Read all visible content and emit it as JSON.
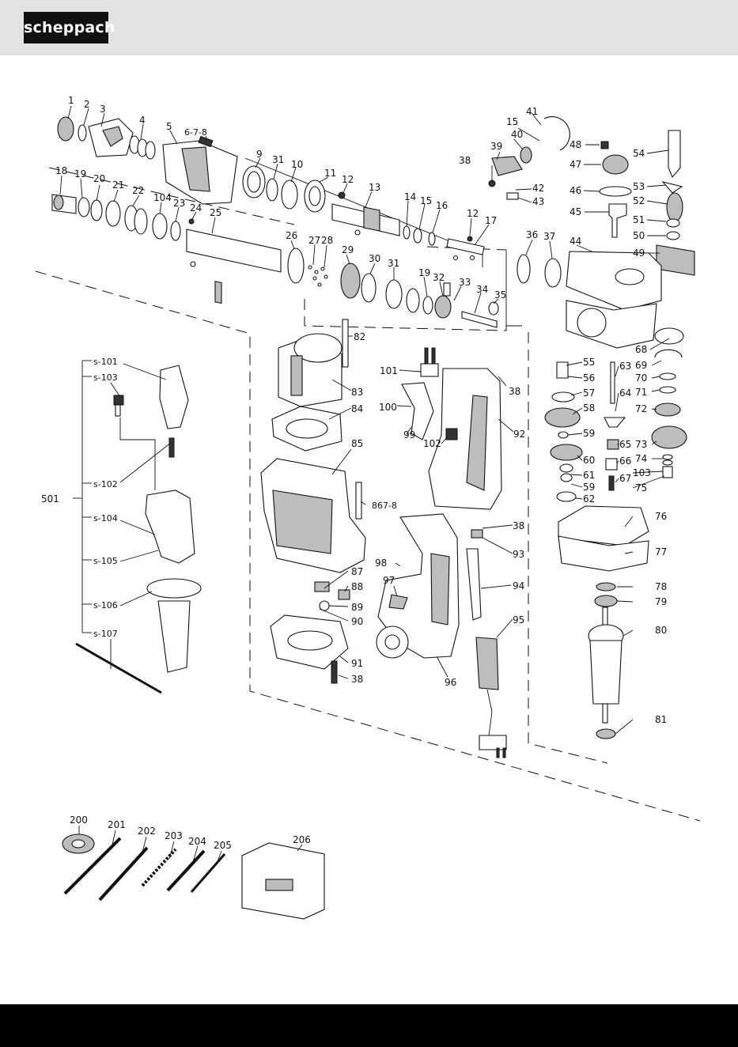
{
  "brand": {
    "logo_text": "scheppach"
  },
  "callouts": [
    {
      "id": "c1",
      "text": "1"
    },
    {
      "id": "c2",
      "text": "2"
    },
    {
      "id": "c3",
      "text": "3"
    },
    {
      "id": "c4",
      "text": "4"
    },
    {
      "id": "c5",
      "text": "5"
    },
    {
      "id": "c678",
      "text": "6-7-8"
    },
    {
      "id": "c9",
      "text": "9"
    },
    {
      "id": "c31a",
      "text": "31"
    },
    {
      "id": "c10",
      "text": "10"
    },
    {
      "id": "c11",
      "text": "11"
    },
    {
      "id": "c12a",
      "text": "12"
    },
    {
      "id": "c13",
      "text": "13"
    },
    {
      "id": "c14",
      "text": "14"
    },
    {
      "id": "c15a",
      "text": "15"
    },
    {
      "id": "c16",
      "text": "16"
    },
    {
      "id": "c12b",
      "text": "12"
    },
    {
      "id": "c17",
      "text": "17"
    },
    {
      "id": "c18",
      "text": "18"
    },
    {
      "id": "c19a",
      "text": "19"
    },
    {
      "id": "c20",
      "text": "20"
    },
    {
      "id": "c21",
      "text": "21"
    },
    {
      "id": "c22",
      "text": "22"
    },
    {
      "id": "c104",
      "text": "104"
    },
    {
      "id": "c23",
      "text": "23"
    },
    {
      "id": "c24",
      "text": "24"
    },
    {
      "id": "c25",
      "text": "25"
    },
    {
      "id": "c26",
      "text": "26"
    },
    {
      "id": "c27",
      "text": "27"
    },
    {
      "id": "c28",
      "text": "28"
    },
    {
      "id": "c29",
      "text": "29"
    },
    {
      "id": "c30",
      "text": "30"
    },
    {
      "id": "c31b",
      "text": "31"
    },
    {
      "id": "c19b",
      "text": "19"
    },
    {
      "id": "c32",
      "text": "32"
    },
    {
      "id": "c33",
      "text": "33"
    },
    {
      "id": "c34",
      "text": "34"
    },
    {
      "id": "c35",
      "text": "35"
    },
    {
      "id": "c36",
      "text": "36"
    },
    {
      "id": "c37",
      "text": "37"
    },
    {
      "id": "c38a",
      "text": "38"
    },
    {
      "id": "c39",
      "text": "39"
    },
    {
      "id": "c40",
      "text": "40"
    },
    {
      "id": "c15b",
      "text": "15"
    },
    {
      "id": "c41",
      "text": "41"
    },
    {
      "id": "c42",
      "text": "42"
    },
    {
      "id": "c43",
      "text": "43"
    },
    {
      "id": "c44",
      "text": "44"
    },
    {
      "id": "c45",
      "text": "45"
    },
    {
      "id": "c46",
      "text": "46"
    },
    {
      "id": "c47",
      "text": "47"
    },
    {
      "id": "c48",
      "text": "48"
    },
    {
      "id": "c49",
      "text": "49"
    },
    {
      "id": "c50",
      "text": "50"
    },
    {
      "id": "c51",
      "text": "51"
    },
    {
      "id": "c52",
      "text": "52"
    },
    {
      "id": "c53",
      "text": "53"
    },
    {
      "id": "c54",
      "text": "54"
    },
    {
      "id": "c55",
      "text": "55"
    },
    {
      "id": "c56",
      "text": "56"
    },
    {
      "id": "c57",
      "text": "57"
    },
    {
      "id": "c58",
      "text": "58"
    },
    {
      "id": "c59a",
      "text": "59"
    },
    {
      "id": "c60",
      "text": "60"
    },
    {
      "id": "c61",
      "text": "61"
    },
    {
      "id": "c59b",
      "text": "59"
    },
    {
      "id": "c62",
      "text": "62"
    },
    {
      "id": "c63",
      "text": "63"
    },
    {
      "id": "c64",
      "text": "64"
    },
    {
      "id": "c65",
      "text": "65"
    },
    {
      "id": "c66",
      "text": "66"
    },
    {
      "id": "c67",
      "text": "67"
    },
    {
      "id": "c68",
      "text": "68"
    },
    {
      "id": "c69",
      "text": "69"
    },
    {
      "id": "c70",
      "text": "70"
    },
    {
      "id": "c71",
      "text": "71"
    },
    {
      "id": "c72",
      "text": "72"
    },
    {
      "id": "c73",
      "text": "73"
    },
    {
      "id": "c74",
      "text": "74"
    },
    {
      "id": "c103",
      "text": "103"
    },
    {
      "id": "c75",
      "text": "75"
    },
    {
      "id": "c76",
      "text": "76"
    },
    {
      "id": "c77",
      "text": "77"
    },
    {
      "id": "c78",
      "text": "78"
    },
    {
      "id": "c79",
      "text": "79"
    },
    {
      "id": "c80",
      "text": "80"
    },
    {
      "id": "c81",
      "text": "81"
    },
    {
      "id": "c82",
      "text": "82"
    },
    {
      "id": "c83",
      "text": "83"
    },
    {
      "id": "c84",
      "text": "84"
    },
    {
      "id": "c85",
      "text": "85"
    },
    {
      "id": "c8678",
      "text": "867-8"
    },
    {
      "id": "c87",
      "text": "87"
    },
    {
      "id": "c88",
      "text": "88"
    },
    {
      "id": "c89",
      "text": "89"
    },
    {
      "id": "c90",
      "text": "90"
    },
    {
      "id": "c91",
      "text": "91"
    },
    {
      "id": "c38b",
      "text": "38"
    },
    {
      "id": "c101",
      "text": "101"
    },
    {
      "id": "c38c",
      "text": "38"
    },
    {
      "id": "c100",
      "text": "100"
    },
    {
      "id": "c99",
      "text": "99"
    },
    {
      "id": "c102",
      "text": "102"
    },
    {
      "id": "c92",
      "text": "92"
    },
    {
      "id": "c38d",
      "text": "38"
    },
    {
      "id": "c93",
      "text": "93"
    },
    {
      "id": "c98",
      "text": "98"
    },
    {
      "id": "c97",
      "text": "97"
    },
    {
      "id": "c94",
      "text": "94"
    },
    {
      "id": "c95",
      "text": "95"
    },
    {
      "id": "c96",
      "text": "96"
    },
    {
      "id": "cs101",
      "text": "s-101"
    },
    {
      "id": "cs103",
      "text": "s-103"
    },
    {
      "id": "cs102",
      "text": "s-102"
    },
    {
      "id": "c501",
      "text": "501"
    },
    {
      "id": "cs104",
      "text": "s-104"
    },
    {
      "id": "cs105",
      "text": "s-105"
    },
    {
      "id": "cs106",
      "text": "s-106"
    },
    {
      "id": "cs107",
      "text": "s-107"
    },
    {
      "id": "c200",
      "text": "200"
    },
    {
      "id": "c201",
      "text": "201"
    },
    {
      "id": "c202",
      "text": "202"
    },
    {
      "id": "c203",
      "text": "203"
    },
    {
      "id": "c204",
      "text": "204"
    },
    {
      "id": "c205",
      "text": "205"
    },
    {
      "id": "c206",
      "text": "206"
    }
  ]
}
